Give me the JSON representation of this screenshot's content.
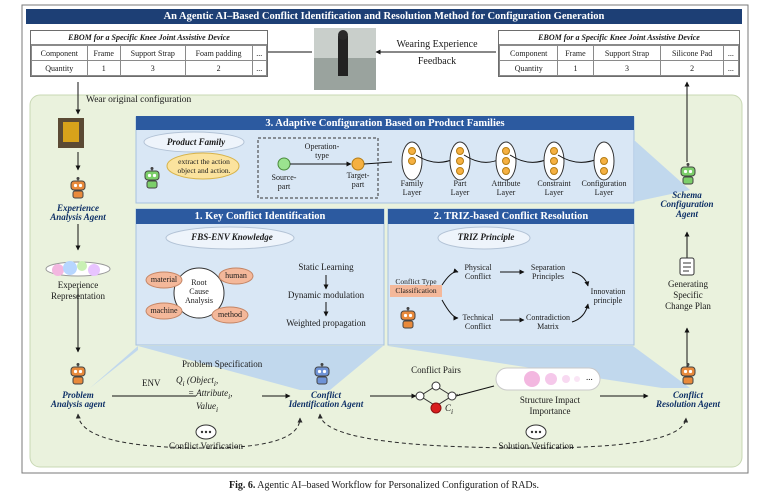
{
  "header": {
    "title": "An Agentic AI–Based Conflict Identification and Resolution Method for Configuration Generation"
  },
  "ebom_left": {
    "caption": "EBOM for a Specific Knee Joint Assistive Device",
    "row1": [
      "Component",
      "Frame",
      "Support Strap",
      "Foam padding",
      "..."
    ],
    "row2": [
      "Quantity",
      "1",
      "3",
      "2",
      "..."
    ]
  },
  "ebom_right": {
    "caption": "EBOM for a Specific Knee Joint Assistive Device",
    "row1": [
      "Component",
      "Frame",
      "Support Strap",
      "Silicone Pad",
      "..."
    ],
    "row2": [
      "Quantity",
      "1",
      "3",
      "2",
      "..."
    ]
  },
  "feedback": {
    "line1": "Wearing Experience",
    "line2": "Feedback"
  },
  "wear_label": "Wear original configuration",
  "agents": {
    "experience": [
      "Experience",
      "Analysis Agent"
    ],
    "problem": [
      "Problem",
      "Analysis agent"
    ],
    "identification": [
      "Conflict",
      "Identification Agent"
    ],
    "resolution": [
      "Conflict",
      "Resolution Agent"
    ],
    "schema": [
      "Schema",
      "Configuration",
      "Agent"
    ]
  },
  "experience_representation": [
    "Experience",
    "Representation"
  ],
  "section3": {
    "title": "3. Adaptive Configuration Based on Product Families",
    "cloud": "Product Family",
    "extract": [
      "extract the action",
      "object and action."
    ],
    "operation_type": [
      "Operation-",
      "type"
    ],
    "source_part": [
      "Source-",
      "part"
    ],
    "target_part": [
      "Target-",
      "part"
    ],
    "layers": [
      [
        "Family",
        "Layer"
      ],
      [
        "Part",
        "Layer"
      ],
      [
        "Attribute",
        "Layer"
      ],
      [
        "Constraint",
        "Layer"
      ],
      [
        "Configuration",
        "Layer"
      ]
    ]
  },
  "section1": {
    "title": "1. Key Conflict Identification",
    "cloud": "FBS-ENV Knowledge",
    "root_cause": [
      "Root",
      "Cause",
      "Analysis"
    ],
    "factors": [
      "material",
      "human",
      "machine",
      "method"
    ],
    "learning": [
      "Static Learning",
      "Dynamic modulation",
      "Weighted propagation"
    ]
  },
  "section2": {
    "title": "2. TRIZ-based Conflict Resolution",
    "cloud": "TRIZ Principle",
    "conflict_type": "Conflict Type",
    "classification": "Classification",
    "physical": [
      "Physical",
      "Conflict"
    ],
    "technical": [
      "Technical",
      "Conflict"
    ],
    "separation": [
      "Separation",
      "Principles"
    ],
    "contradiction": [
      "Contradiction",
      "Matrix"
    ],
    "innovation": [
      "Innovation",
      "principle"
    ]
  },
  "generating": [
    "Generating",
    "Specific",
    "Change Plan"
  ],
  "env_label": "ENV",
  "problem_spec": {
    "line1": "Problem Specification",
    "object": "(Object",
    "qi": "Q",
    "attribute": "= Attribute",
    "value": "Value",
    "sub_i": "i",
    "comma": ","
  },
  "conflict_pairs": "Conflict Pairs",
  "ci": "C",
  "structure": [
    "Structure Impact",
    "Importance"
  ],
  "ellipsis": "...",
  "verification": {
    "conflict": "Conflict Verification",
    "solution": "Solution Verification"
  },
  "caption": {
    "label": "Fig. 6.",
    "text": "Agentic AI–based Workflow for Personalized Configuration of RADs."
  },
  "colors": {
    "navy": "#1d3f75",
    "band_blue": "#2c5aa0",
    "panel_green": "#eaf2dd",
    "factor_fill": "#f4b89a",
    "node_orange": "#f5b041",
    "node_green": "#9be38f",
    "red_node": "#d91e1e",
    "pink_circle": "#f3b7e0"
  }
}
